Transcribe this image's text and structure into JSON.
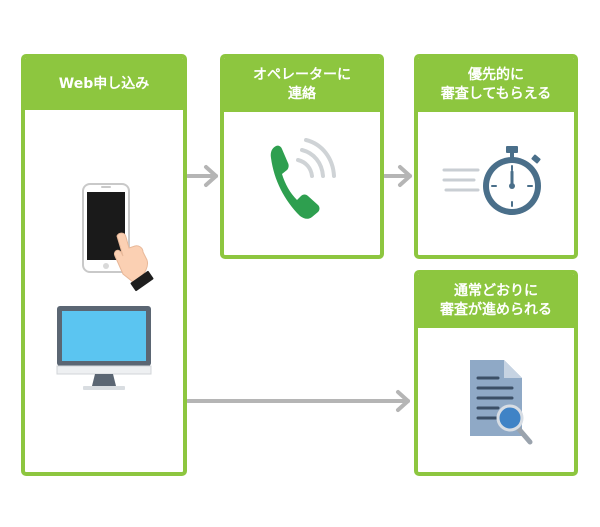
{
  "cards": {
    "web": {
      "title": "Web申し込み"
    },
    "operator": {
      "title_line1": "オペレーターに",
      "title_line2": "連絡"
    },
    "priority": {
      "title_line1": "優先的に",
      "title_line2": "審査してもらえる"
    },
    "normal": {
      "title_line1": "通常どおりに",
      "title_line2": "審査が進められる"
    }
  },
  "colors": {
    "card_border": "#8dc63f",
    "arrow": "#b5b5b5",
    "phone": "#2e9f4f",
    "stopwatch": "#4a6f8a",
    "monitor_screen": "#5bc5f1",
    "document": "#8fa9c6"
  },
  "icons": [
    "smartphone-tap-icon",
    "desktop-monitor-icon",
    "phone-ringing-icon",
    "stopwatch-icon",
    "document-search-icon"
  ]
}
